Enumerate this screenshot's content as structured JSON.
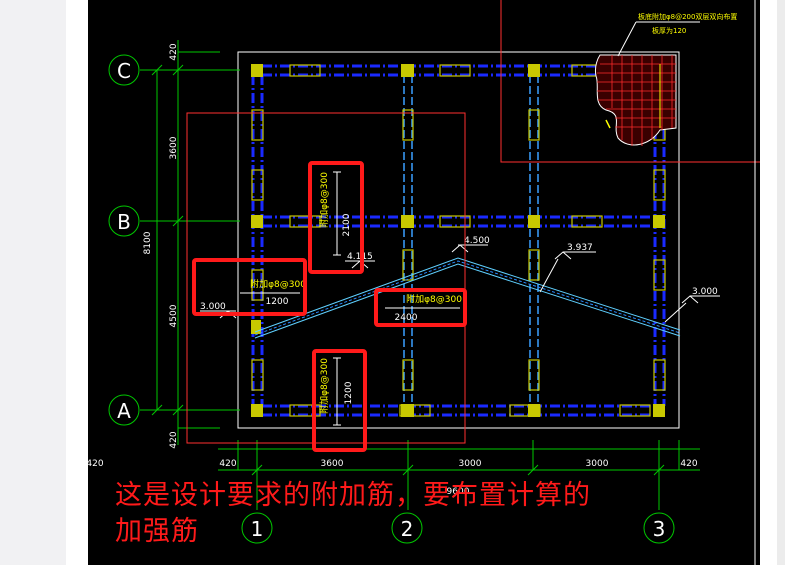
{
  "drawing": {
    "axis_letters": [
      "C",
      "B",
      "A"
    ],
    "axis_numbers": [
      "1",
      "2",
      "3"
    ],
    "vertical_dims": [
      "420",
      "3600",
      "8100",
      "4500",
      "420"
    ],
    "horizontal_dims": [
      "420",
      "3600",
      "3000",
      "3000",
      "420"
    ],
    "total_width": "9600",
    "left_edge_dim": "420",
    "elevations": [
      "3.000",
      "4.115",
      "4.500",
      "3.937",
      "3.000"
    ],
    "rebar_labels": [
      {
        "spec": "附加φ8@300",
        "length": "2100"
      },
      {
        "spec": "附加φ8@300",
        "length": "1200"
      },
      {
        "spec": "附加φ8@300",
        "length": "2400"
      },
      {
        "spec": "附加φ8@300",
        "length": "1200"
      }
    ],
    "note_line1": "板底附加φ8@200双层双向布置",
    "note_line2": "板厚为120"
  },
  "annotation": {
    "caption_line1": "这是设计要求的附加筋，要布置计算的",
    "caption_line2": "加强筋",
    "color": "#ff1a1a"
  },
  "colors": {
    "background": "#000000",
    "grid_line": "#00c800",
    "column": "#c8c800",
    "beam": "#1a2aff",
    "highlight_box": "#ff1a1a"
  }
}
